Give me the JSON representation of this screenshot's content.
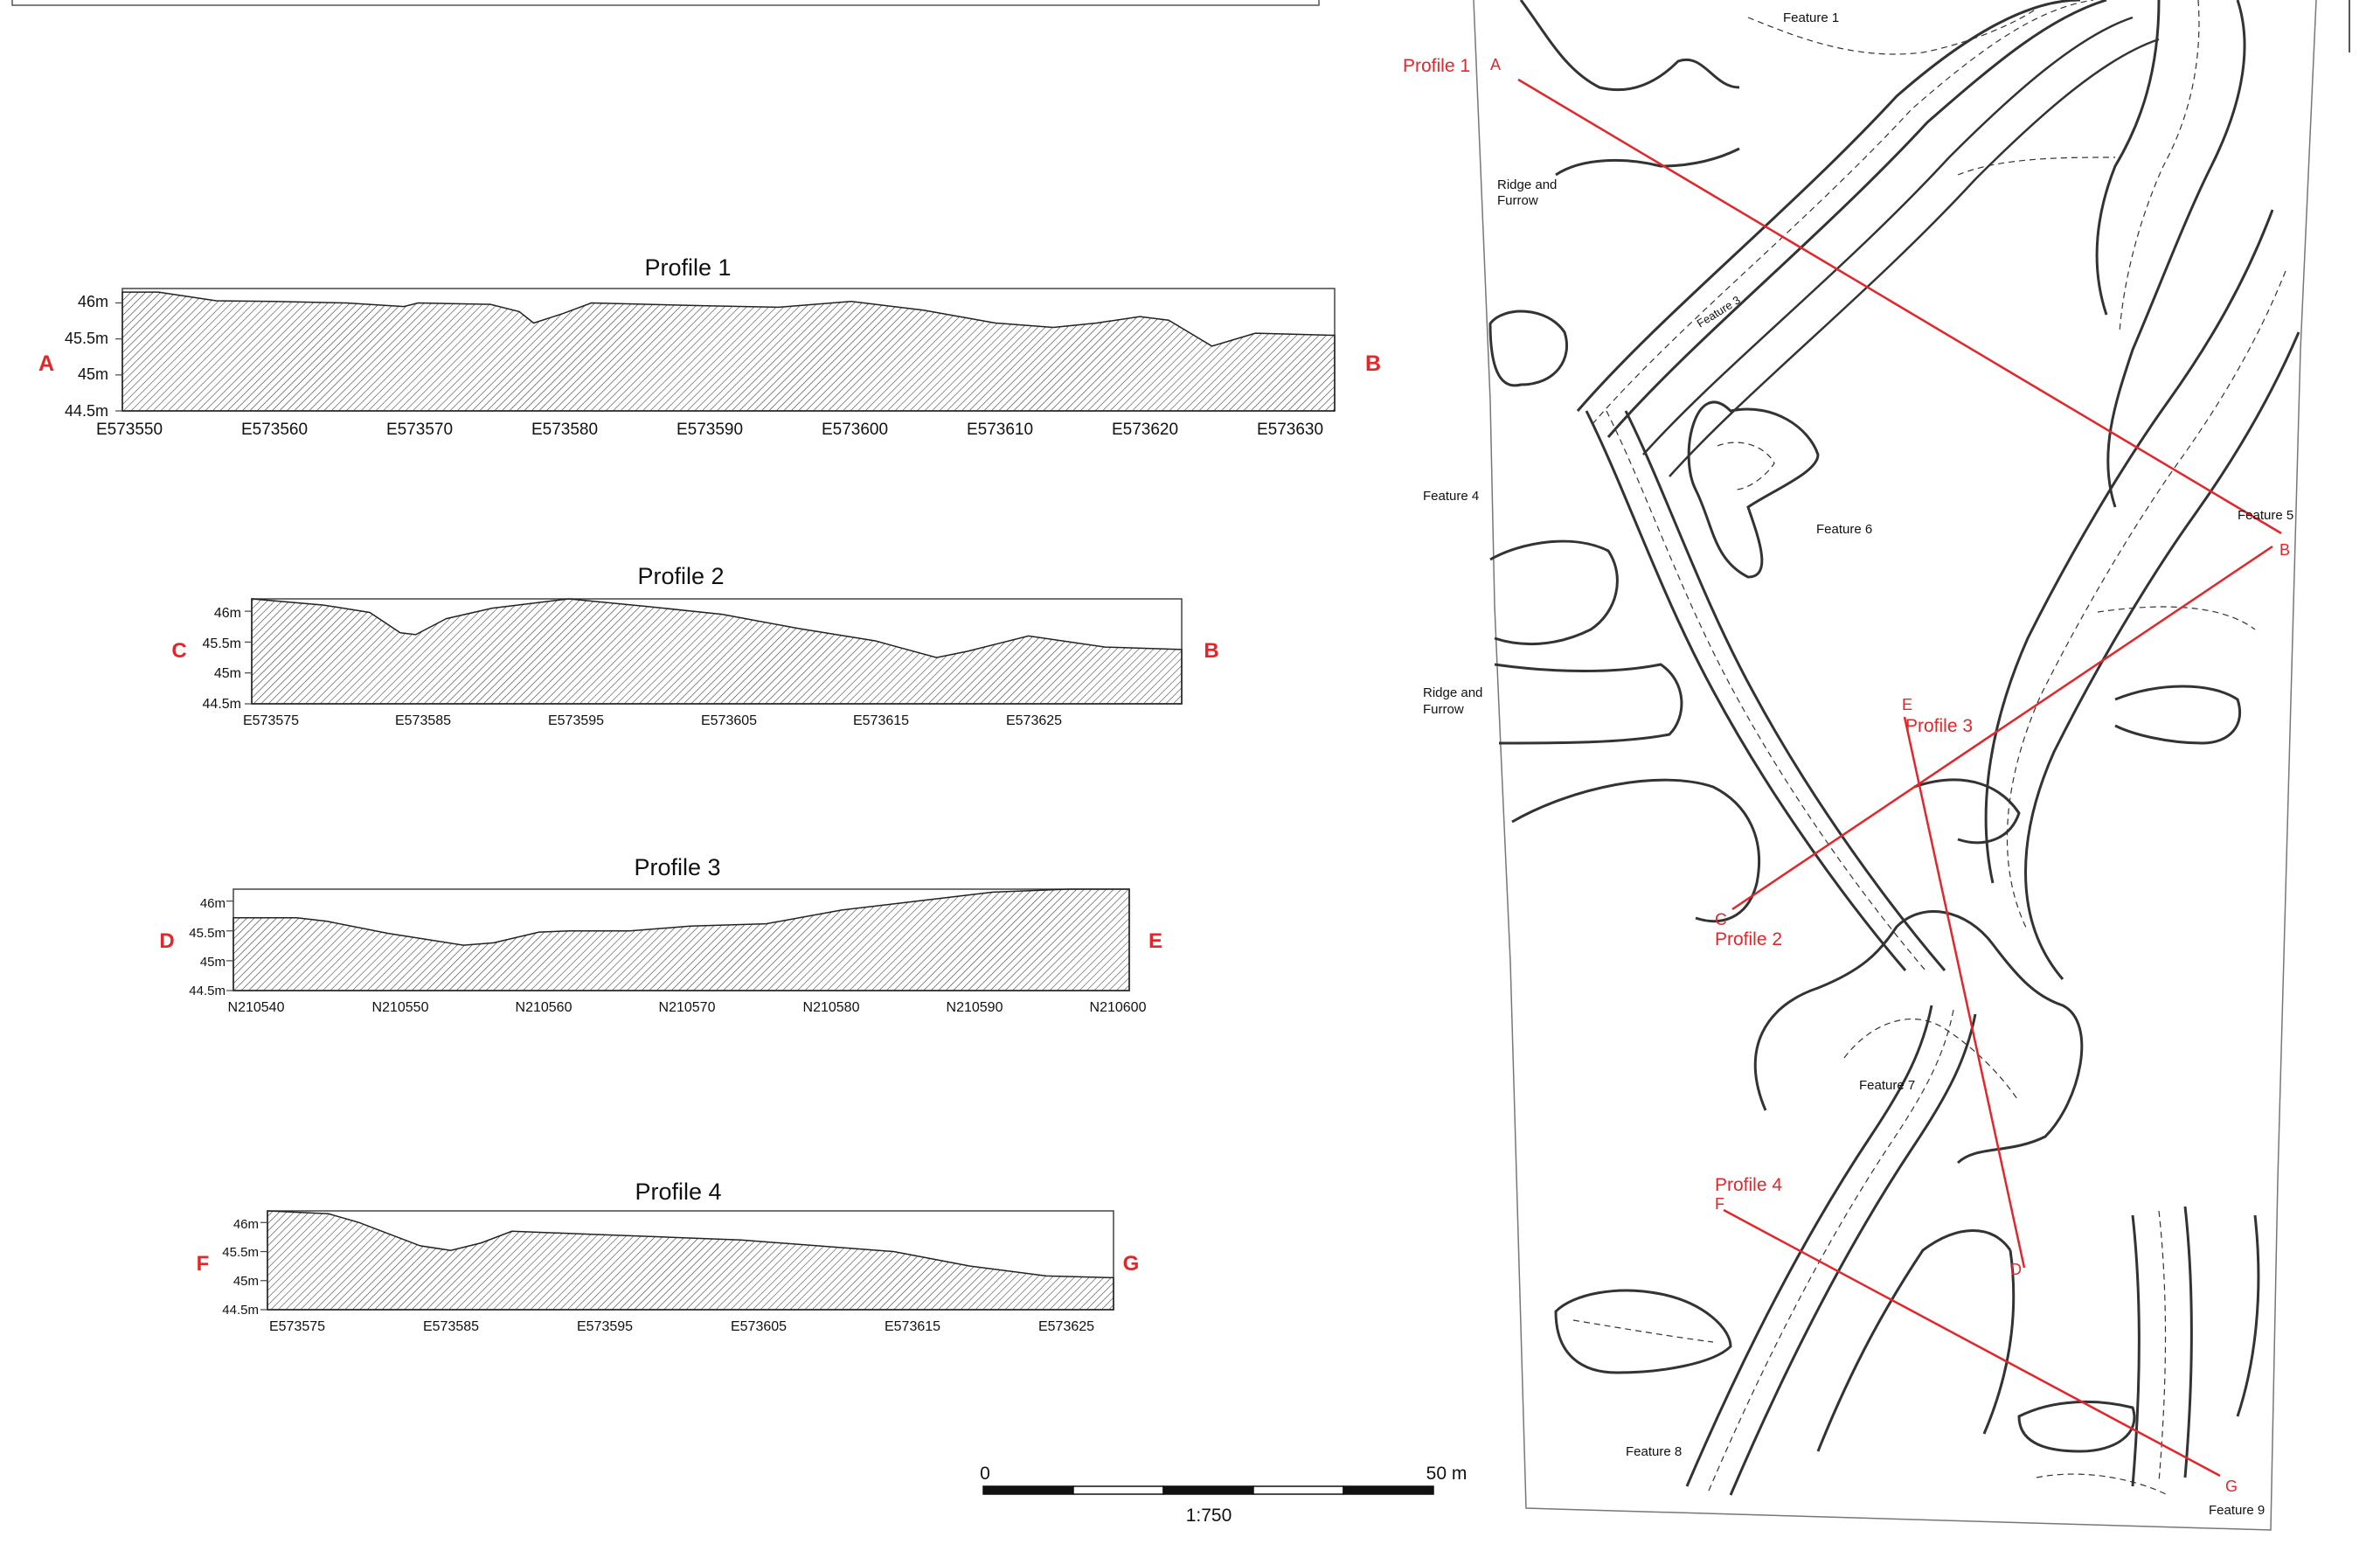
{
  "profiles": [
    {
      "id": "p1",
      "title": "Profile 1",
      "start_label": "A",
      "end_label": "B",
      "y_ticks": [
        "46m",
        "45.5m",
        "45m",
        "44.5m"
      ],
      "y_values": [
        46,
        45.5,
        45,
        44.5
      ],
      "x_ticks": [
        "E573550",
        "E573560",
        "E573570",
        "E573580",
        "E573590",
        "E573600",
        "E573610",
        "E573620",
        "E573630"
      ],
      "x_range": [
        573549.5,
        573633.5
      ],
      "elevation_range": [
        44.5,
        46.2
      ],
      "terrain_x": [
        573549.5,
        573552,
        573556,
        573560,
        573565,
        573569,
        573570,
        573575,
        573577,
        573578,
        573580,
        573582,
        573590,
        573595,
        573600,
        573605,
        573610,
        573614,
        573617,
        573620,
        573622,
        573625,
        573628,
        573633.5
      ],
      "terrain_y": [
        46.15,
        46.15,
        46.03,
        46.02,
        46.0,
        45.95,
        46.0,
        45.98,
        45.88,
        45.72,
        45.85,
        46.0,
        45.96,
        45.94,
        46.02,
        45.9,
        45.72,
        45.66,
        45.72,
        45.81,
        45.76,
        45.4,
        45.58,
        45.55
      ]
    },
    {
      "id": "p2",
      "title": "Profile 2",
      "start_label": "C",
      "end_label": "B",
      "y_ticks": [
        "46m",
        "45.5m",
        "45m",
        "44.5m"
      ],
      "y_values": [
        46,
        45.5,
        45,
        44.5
      ],
      "x_ticks": [
        "E573575",
        "E573585",
        "E573595",
        "E573605",
        "E573615",
        "E573625"
      ],
      "x_range": [
        573574.3,
        573635
      ],
      "elevation_range": [
        44.5,
        46.2
      ],
      "terrain_x": [
        573574.3,
        573579,
        573582,
        573584,
        573585,
        573587,
        573590,
        573595,
        573600,
        573605,
        573610,
        573615,
        573619,
        573621,
        573625,
        573630,
        573635
      ],
      "terrain_y": [
        46.2,
        46.1,
        45.98,
        45.65,
        45.62,
        45.88,
        46.05,
        46.2,
        46.08,
        45.95,
        45.72,
        45.52,
        45.25,
        45.35,
        45.6,
        45.42,
        45.38
      ]
    },
    {
      "id": "p3",
      "title": "Profile 3",
      "start_label": "D",
      "end_label": "E",
      "y_ticks": [
        "46m",
        "45.5m",
        "45m",
        "44.5m"
      ],
      "y_values": [
        46,
        45.5,
        45,
        44.5
      ],
      "x_ticks": [
        "N210540",
        "N210550",
        "N210560",
        "N210570",
        "N210580",
        "N210590",
        "N210600"
      ],
      "x_range": [
        210539.8,
        210599.0
      ],
      "elevation_range": [
        44.5,
        46.2
      ],
      "terrain_x": [
        210539.8,
        210544,
        210546,
        210550,
        210555,
        210557,
        210560,
        210562,
        210566,
        210570,
        210575,
        210580,
        210585,
        210590,
        210595,
        210599
      ],
      "terrain_y": [
        45.72,
        45.72,
        45.66,
        45.46,
        45.26,
        45.3,
        45.48,
        45.5,
        45.5,
        45.58,
        45.62,
        45.85,
        46.0,
        46.15,
        46.2,
        46.2
      ]
    },
    {
      "id": "p4",
      "title": "Profile 4",
      "start_label": "F",
      "end_label": "G",
      "y_ticks": [
        "46m",
        "45.5m",
        "45m",
        "44.5m"
      ],
      "y_values": [
        46,
        45.5,
        45,
        44.5
      ],
      "x_ticks": [
        "E573575",
        "E573585",
        "E573595",
        "E573605",
        "E573615",
        "E573625"
      ],
      "x_range": [
        573574.0,
        573629.4
      ],
      "elevation_range": [
        44.5,
        46.2
      ],
      "terrain_x": [
        573574,
        573578,
        573580,
        573584,
        573586,
        573588,
        573590,
        573595,
        573600,
        573605,
        573610,
        573615,
        573620,
        573625,
        573629.4
      ],
      "terrain_y": [
        46.2,
        46.15,
        46.0,
        45.6,
        45.52,
        45.65,
        45.85,
        45.8,
        45.75,
        45.7,
        45.6,
        45.5,
        45.25,
        45.08,
        45.05
      ]
    }
  ],
  "map": {
    "feature_labels": [
      "Feature 1",
      "Feature 3",
      "Feature 4",
      "Feature 5",
      "Feature 6",
      "Feature 7",
      "Feature 8",
      "Feature 9"
    ],
    "ridge_label_1": [
      "Ridge and",
      "Furrow"
    ],
    "ridge_label_2": [
      "Ridge and",
      "Furrow"
    ],
    "profile_labels": [
      "Profile 1",
      "Profile 2",
      "Profile 3",
      "Profile 4"
    ],
    "point_labels": [
      "A",
      "B",
      "C",
      "D",
      "E",
      "F",
      "G"
    ]
  },
  "scale_bar": {
    "start": "0",
    "end": "50 m",
    "ratio": "1:750"
  },
  "colors": {
    "profile_line": "#e3262b",
    "hatch": "#333333",
    "ink": "#111111"
  }
}
